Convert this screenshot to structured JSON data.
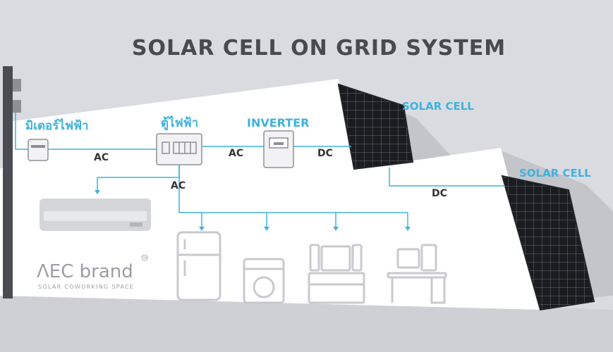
{
  "title": "SOLAR CELL ON GRID SYSTEM",
  "labels": {
    "meter": "มิเตอร์ไฟฟ้า",
    "cabinet": "ตู้ไฟฟ้า",
    "inverter": "INVERTER",
    "solar_cell_top": "SOLAR CELL",
    "solar_cell_right": "SOLAR CELL",
    "ac_meter_cabinet": "AC",
    "ac_cabinet_inverter": "AC",
    "ac_loads": "AC",
    "dc_panel_inverter": "DC",
    "dc_panel_bottom": "DC"
  },
  "brand": {
    "name": "ΛEC brand",
    "tagline": "SOLAR COWORKING SPACE",
    "mark": "TM"
  },
  "colors": {
    "background": "#dadbe0",
    "house": "#ffffff",
    "accent": "#3fb2dd",
    "title": "#4a4a4e",
    "panel": "#16181c"
  },
  "appliances": [
    "air-conditioner-icon",
    "refrigerator-icon",
    "washing-machine-icon",
    "tv-stereo-icon",
    "computer-desk-icon"
  ]
}
